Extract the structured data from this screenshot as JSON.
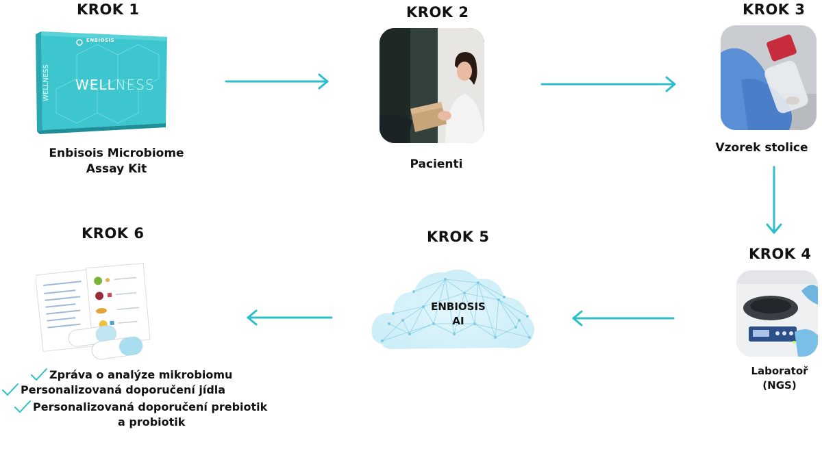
{
  "colors": {
    "accent": "#2bbfc9",
    "text": "#111111"
  },
  "steps": [
    {
      "title": "KROK 1",
      "caption": [
        "Enbisois Microbiome",
        "Assay Kit"
      ],
      "box_brand": "ENBIOSIS",
      "box_word": "WELLNESS",
      "box_word_a": "WELL",
      "box_word_b": "NESS"
    },
    {
      "title": "KROK 2",
      "caption": [
        "Pacienti"
      ]
    },
    {
      "title": "KROK 3",
      "caption": [
        "Vzorek stolice"
      ]
    },
    {
      "title": "KROK 4",
      "caption": [
        "Laboratoř",
        "(NGS)"
      ]
    },
    {
      "title": "KROK 5",
      "cloud_text": [
        "ENBIOSIS",
        "AI"
      ]
    },
    {
      "title": "KROK 6",
      "results": [
        "Zpráva o analýze mikrobiomu",
        "Personalizovaná doporučení jídla",
        "Personalizovaná doporučení prebiotik",
        "a probiotik"
      ]
    }
  ],
  "icons": [
    "arrow-right-icon",
    "arrow-down-icon",
    "arrow-left-icon",
    "checkmark-icon"
  ]
}
